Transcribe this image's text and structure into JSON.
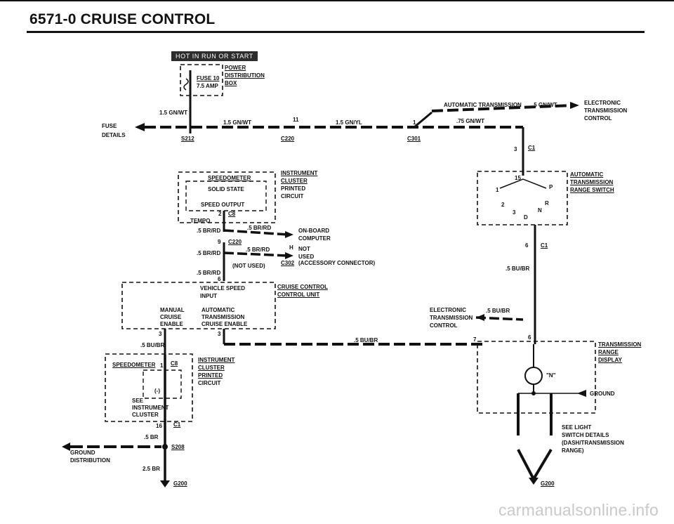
{
  "header": {
    "title": "6571-0   CRUISE CONTROL"
  },
  "badge": "HOT IN RUN OR START",
  "labels": {
    "power_1": "POWER",
    "power_2": "DISTRIBUTION",
    "power_3": "BOX",
    "fuse_name": "FUSE 10",
    "fuse_amp": "7.5 AMP",
    "fuse_details_1": "FUSE",
    "fuse_details_2": "DETAILS",
    "w_15gnwt_a": "1.5 GN/WT",
    "w_15gnwt_b": "1.5 GN/WT",
    "w_15gnyl": "1.5 GN/YL",
    "s212": "S212",
    "c220_top": "C220",
    "c220_pin": "11",
    "c301": "C301",
    "c301_pin": "1",
    "auto_trans_label": "AUTOMATIC TRANSMISSION",
    "w_5gnwt": ".5 GN/WT",
    "w_75gnwt": ".75 GN/WT",
    "etc_1": "ELECTRONIC",
    "etc_2": "TRANSMISSION",
    "etc_3": "CONTROL",
    "c1_top": "C1",
    "c1_top_pin": "3",
    "ic_1": "INSTRUMENT",
    "ic_2": "CLUSTER",
    "ic_3": "PRINTED",
    "ic_4": "CIRCUIT",
    "speedometer": "SPEEDOMETER",
    "solid_state": "SOLID STATE",
    "speed_output": "SPEED OUTPUT",
    "tempo": "TEMPO",
    "c8_pin": "2",
    "c8": "C8",
    "w_5brrd_1": ".5 BR/RD",
    "w_5brrd_2": ".5 BR/RD",
    "w_5brrd_3": ".5 BR/RD",
    "w_5brrd_4": ".5 BR/RD",
    "w_5brrd_5": ".5 BR/RD",
    "onboard_1": "ON-BOARD",
    "onboard_2": "COMPUTER",
    "c220_mid_pin": "9",
    "c220_mid": "C220",
    "notused_pin": "H",
    "notused_1": "NOT",
    "notused_2": "USED",
    "c302": "C302",
    "c302_desc": "(ACCESSORY CONNECTOR)",
    "notused_paren": "(NOT USED)",
    "pin6_a": "6",
    "atrs_1": "AUTOMATIC",
    "atrs_2": "TRANSMISSION",
    "atrs_3": "RANGE SWITCH",
    "pin_15": "15",
    "pos_1": "1",
    "pos_P": "P",
    "pos_2": "2",
    "pos_R": "R",
    "pos_3": "3",
    "pos_N": "N",
    "pos_D": "D",
    "c1_mid_pin": "6",
    "c1_mid": "C1",
    "w_5bubr_1": ".5 BU/BR",
    "vss_1": "VEHICLE SPEED",
    "vss_2": "INPUT",
    "ccu_1": "CRUISE CONTROL",
    "ccu_2": "CONTROL UNIT",
    "mce_1": "MANUAL",
    "mce_2": "CRUISE",
    "mce_3": "ENABLE",
    "ace_1": "AUTOMATIC",
    "ace_2": "TRANSMISSION",
    "ace_3": "CRUISE ENABLE",
    "etc2_1": "ELECTRONIC",
    "etc2_2": "TRANSMISSION",
    "etc2_3": "CONTROL",
    "w_5bubr_2": ".5 BU/BR",
    "w_5bubr_3": ".5 BU/BR",
    "w_5bubr_4": ".5 BU/BR",
    "pin3_a": "3",
    "pin3_b": "3",
    "pin7": "7",
    "pin6_b": "6",
    "trd_1": "TRANSMISSION",
    "trd_2": "RANGE",
    "trd_3": "DISPLAY",
    "n_label": "\"N\"",
    "ground": "GROUND",
    "speedo2": "SPEEDOMETER",
    "c8_b_pin": "1",
    "c8_b": "C8",
    "ic2_1": "INSTRUMENT",
    "ic2_2": "CLUSTER",
    "ic2_3": "PRINTED",
    "ic2_4": "CIRCUIT",
    "minus": "(-)",
    "see_1": "SEE",
    "see_2": "INSTRUMENT",
    "see_3": "CLUSTER",
    "c1_bot_pin": "16",
    "c1_bot": "C1",
    "w_5br": ".5 BR",
    "gd_1": "GROUND",
    "gd_2": "DISTRIBUTION",
    "s208": "S208",
    "w_25br": "2.5 BR",
    "g200_a": "G200",
    "g200_b": "G200",
    "sl_1": "SEE LIGHT",
    "sl_2": "SWITCH DETAILS",
    "sl_3": "(DASH/TRANSMISSION",
    "sl_4": "RANGE)"
  },
  "watermark": "carmanualsonline.info"
}
